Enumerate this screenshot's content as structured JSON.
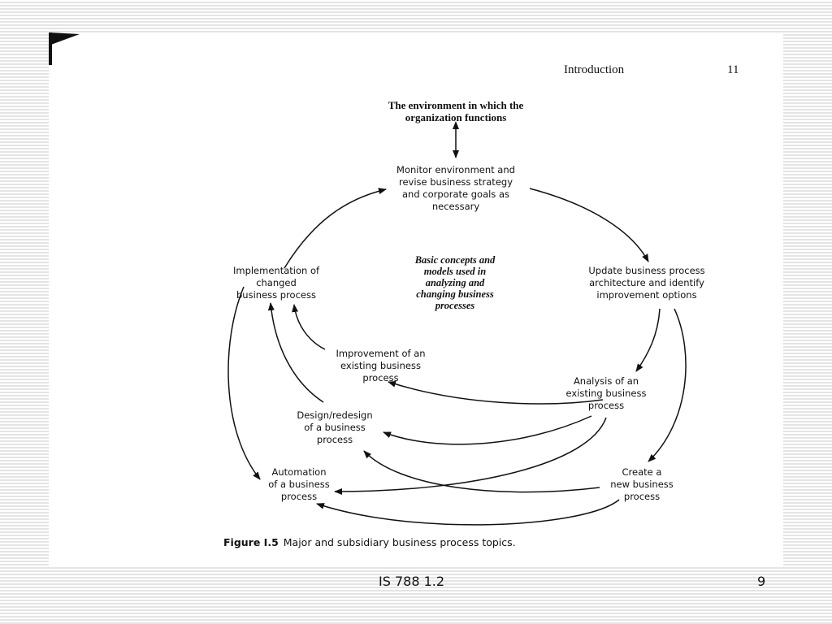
{
  "book_page": {
    "section": "Introduction",
    "page_number": "11"
  },
  "diagram": {
    "nodes": {
      "environment": [
        "The environment in which the",
        "organization functions"
      ],
      "monitor": [
        "Monitor environment and",
        "revise business strategy",
        "and corporate goals as",
        "necessary"
      ],
      "center": [
        "Basic concepts and",
        "models used in",
        "analyzing and",
        "changing business",
        "processes"
      ],
      "update": [
        "Update business process",
        "architecture and identify",
        "improvement options"
      ],
      "implementation": [
        "Implementation of",
        "changed",
        "business process"
      ],
      "improvement": [
        "Improvement of an",
        "existing business",
        "process"
      ],
      "analysis": [
        "Analysis of an",
        "existing business",
        "process"
      ],
      "design": [
        "Design/redesign",
        "of a business",
        "process"
      ],
      "automation": [
        "Automation",
        "of a business",
        "process"
      ],
      "create": [
        "Create a",
        "new business",
        "process"
      ]
    }
  },
  "caption": {
    "label": "Figure I.5",
    "text": "Major and subsidiary business process topics."
  },
  "slide_footer": {
    "course": "IS 788 1.2",
    "slide_number": "9"
  }
}
